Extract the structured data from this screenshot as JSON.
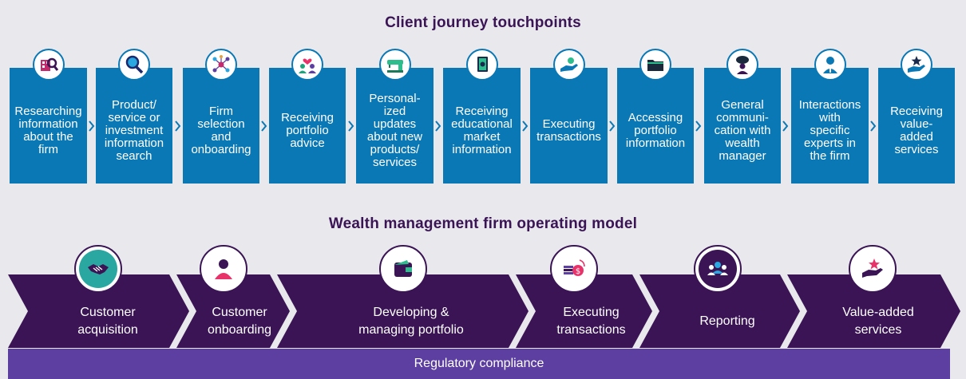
{
  "touchpoints_title": "Client journey touchpoints",
  "model_title": "Wealth management firm operating model",
  "touchpoints": [
    {
      "label": "Researching\ninformation\nabout the\nfirm",
      "icon": "building-search-icon"
    },
    {
      "label": "Product/\nservice or\ninvestment\ninformation\nsearch",
      "icon": "magnifier-icon"
    },
    {
      "label": "Firm\nselection\nand\nonboarding",
      "icon": "network-icon"
    },
    {
      "label": "Receiving\nportfolio\nadvice",
      "icon": "people-heart-icon"
    },
    {
      "label": "Personal-\nized\nupdates\nabout new\nproducts/\nservices",
      "icon": "sewing-machine-icon"
    },
    {
      "label": "Receiving\neducational\nmarket\ninformation",
      "icon": "book-icon"
    },
    {
      "label": "Executing\ntransactions",
      "icon": "hand-coin-icon"
    },
    {
      "label": "Accessing\nportfolio\ninformation",
      "icon": "folder-icon"
    },
    {
      "label": "General\ncommuni-\ncation with\nwealth\nmanager",
      "icon": "speaking-person-icon"
    },
    {
      "label": "Interactions\nwith\nspecific\nexperts in\nthe firm",
      "icon": "expert-icon"
    },
    {
      "label": "Receiving\nvalue-\nadded\nservices",
      "icon": "hand-star-icon"
    }
  ],
  "model_steps": [
    {
      "label": "Customer\nacquisition",
      "icon": "handshake-icon"
    },
    {
      "label": "Customer\nonboarding",
      "icon": "person-icon"
    },
    {
      "label": "Developing &\nmanaging portfolio",
      "icon": "wallet-icon"
    },
    {
      "label": "Executing\ntransactions",
      "icon": "coins-icon"
    },
    {
      "label": "Reporting",
      "icon": "team-icon"
    },
    {
      "label": "Value-added\nservices",
      "icon": "hand-star-icon"
    }
  ],
  "regulatory": "Regulatory compliance",
  "colors": {
    "touchpoint_blue": "#0a78b5",
    "model_purple": "#3a1454",
    "regulatory_purple": "#5c3fa0",
    "title_purple": "#3a1454",
    "background": "#e9e9ed"
  }
}
